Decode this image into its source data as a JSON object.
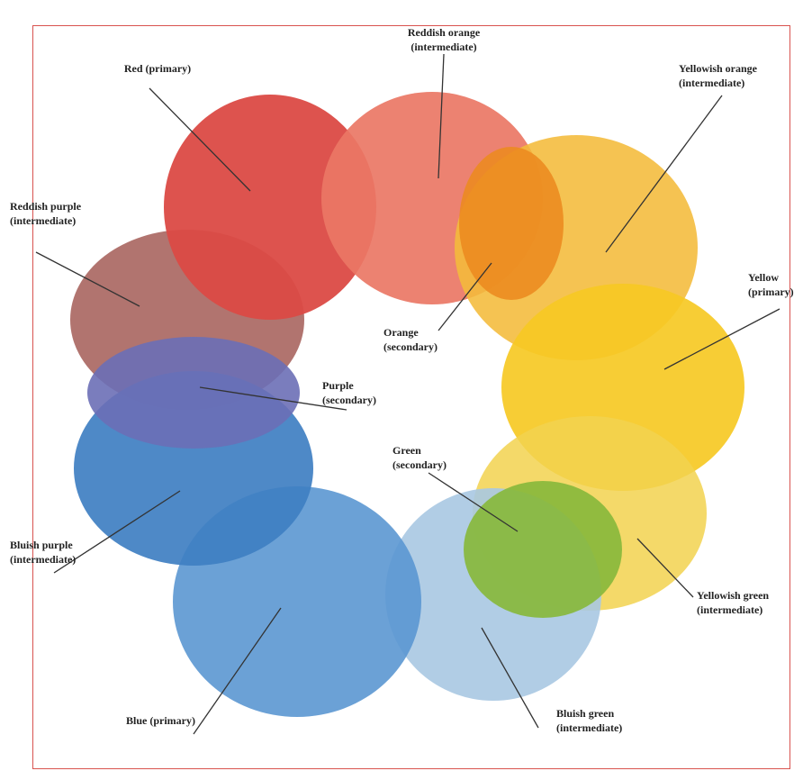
{
  "colors": {
    "red": "#db4a45",
    "reddish_orange": "#ea7765",
    "orange": "#ec8a1f",
    "yellowish_orange": "#f4bb3a",
    "yellow": "#f6c924",
    "yellowish_green": "#f2d24f",
    "green": "#88b83c",
    "bluish_green": "#a9c8e2",
    "blue": "#5b97d2",
    "bluish_purple": "#3f7fc2",
    "purple": "#6b6fb6",
    "reddish_purple": "#a8655f",
    "frame": "#d9534f"
  },
  "labels": {
    "red": {
      "line1": "Red (primary)"
    },
    "reddish_orange": {
      "line1": "Reddish orange",
      "line2": "(intermediate)"
    },
    "yellowish_orange": {
      "line1": "Yellowish orange",
      "line2": "(intermediate)"
    },
    "reddish_purple": {
      "line1": "Reddish purple",
      "line2": "(intermediate)"
    },
    "yellow": {
      "line1": "Yellow",
      "line2": "(primary)"
    },
    "orange": {
      "line1": "Orange",
      "line2": "(secondary)"
    },
    "purple": {
      "line1": "Purple",
      "line2": "(secondary)"
    },
    "green": {
      "line1": "Green",
      "line2": "(secondary)"
    },
    "bluish_purple": {
      "line1": "Bluish purple",
      "line2": "(intermediate)"
    },
    "yellowish_green": {
      "line1": "Yellowish green",
      "line2": "(intermediate)"
    },
    "blue": {
      "line1": "Blue (primary)"
    },
    "bluish_green": {
      "line1": "Bluish green",
      "line2": "(intermediate)"
    }
  }
}
